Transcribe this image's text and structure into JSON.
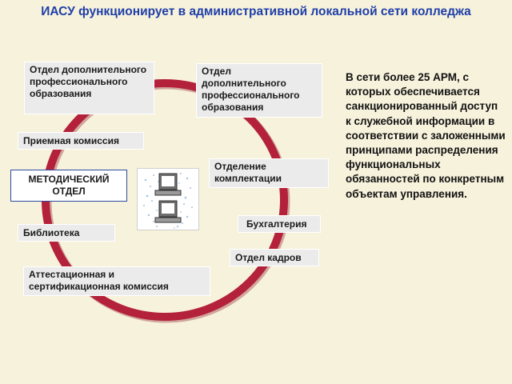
{
  "title": "ИАСУ функционирует в административной локальной сети колледжа",
  "colors": {
    "ring": "#b3213a",
    "title": "#1f3fa8",
    "box_bg": "#ebebeb",
    "method_border": "#2c4aa0"
  },
  "nodes": {
    "dpo_left": "Отдел дополнительного профессионального образования",
    "dpo_right": "Отдел дополнительного профессионального образования",
    "admission": "Приемная комиссия",
    "methodical": "МЕТОДИЧЕСКИЙ ОТДЕЛ",
    "staffing": "Отделение комплектации",
    "accounting": "Бухгалтерия",
    "library": "Библиотека",
    "hr": "Отдел кадров",
    "attestation": "Аттестационная и сертификационная комиссия"
  },
  "server_icon": "network-server-icon",
  "info_text": "В сети более 25 АРМ, с которых обеспечивается санкционированный доступ к служебной информации в соответствии с заложенными принципами распределения функциональных обязанностей по конкретным объектам управления."
}
